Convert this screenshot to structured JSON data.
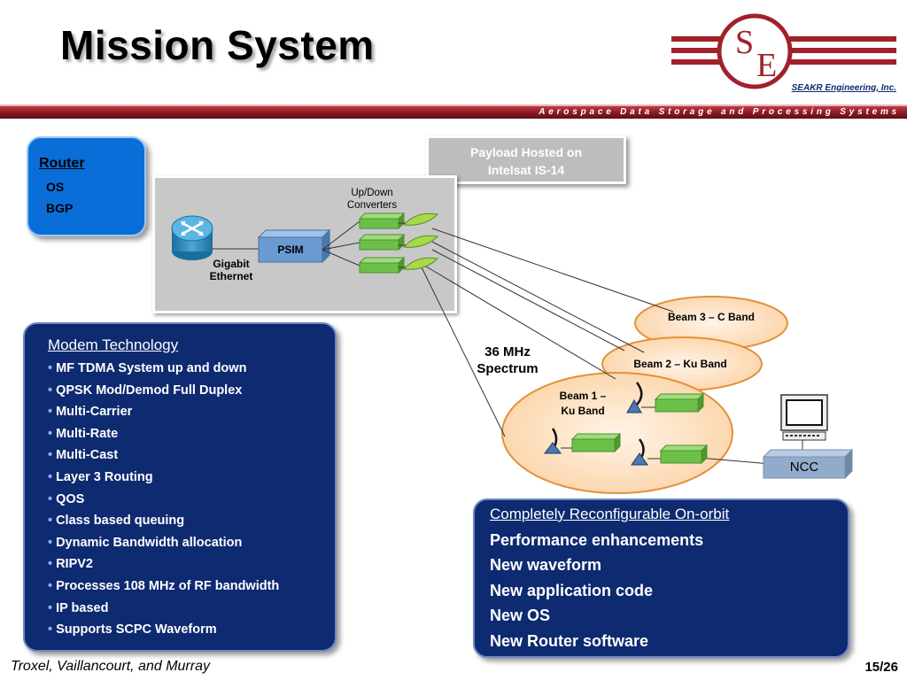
{
  "slide": {
    "title": "Mission System",
    "tagline": "Aerospace Data Storage and Processing Systems",
    "logo_company": "SEAKR Engineering, Inc.",
    "logo_letters": [
      "S",
      "E"
    ]
  },
  "router": {
    "heading": "Router",
    "items": [
      "OS",
      "BGP"
    ]
  },
  "payload": {
    "line1": "Payload Hosted on",
    "line2": "Intelsat IS-14"
  },
  "diagram": {
    "updown_line1": "Up/Down",
    "updown_line2": "Converters",
    "psim": "PSIM",
    "gigabit_line1": "Gigabit",
    "gigabit_line2": "Ethernet",
    "spectrum_line1": "36  MHz",
    "spectrum_line2": "Spectrum",
    "beam3": "Beam 3 – C Band",
    "beam2": "Beam 2 – Ku Band",
    "beam1_line1": "Beam 1 –",
    "beam1_line2": "Ku Band",
    "ncc": "NCC"
  },
  "modem": {
    "heading": "Modem Technology",
    "items": [
      "MF TDMA System up and down",
      "QPSK Mod/Demod  Full Duplex",
      "Multi-Carrier",
      "Multi-Rate",
      "Multi-Cast",
      "Layer 3 Routing",
      "QOS",
      "Class based queuing",
      "Dynamic Bandwidth allocation",
      "RIPV2",
      "Processes 108 MHz of RF bandwidth",
      "IP based",
      "Supports SCPC Waveform"
    ]
  },
  "reconfig": {
    "heading": "Completely Reconfigurable On-orbit",
    "items": [
      "Performance enhancements",
      "New waveform",
      "New application code",
      "New OS",
      "New Router software"
    ]
  },
  "footer": {
    "authors": "Troxel, Vaillancourt, and Murray",
    "page": "15/26"
  },
  "colors": {
    "brand_red": "#a0212a",
    "box_navy": "#0e2a70",
    "router_blue": "#0a6ed8",
    "beam_fill": "#fde2c4",
    "beam_border": "#e2913b",
    "converter_green": "#6cc04a"
  }
}
